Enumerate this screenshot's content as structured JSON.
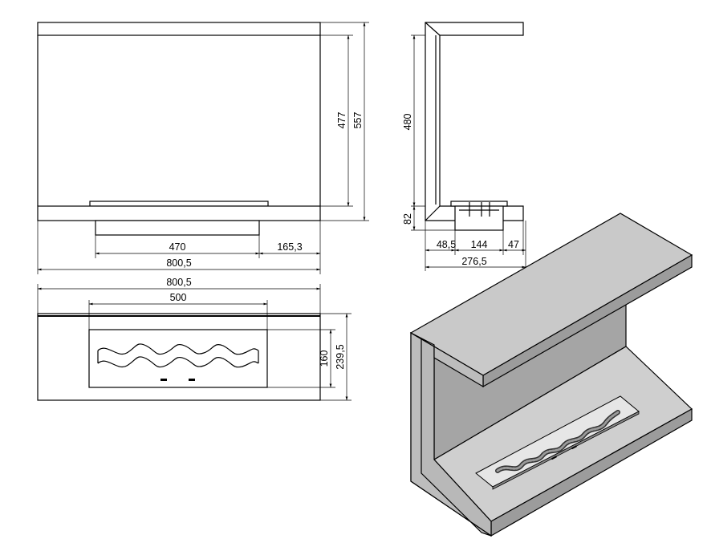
{
  "dimensions": {
    "front": {
      "height_inner": "477",
      "height_total": "557",
      "burner_width": "470",
      "right_offset": "165,3",
      "total_width": "800,5"
    },
    "side": {
      "height_inner": "480",
      "base_height": "82",
      "left_depth": "48,5",
      "burner_depth": "144",
      "right_depth": "47",
      "total_depth": "276,5"
    },
    "top": {
      "total_width": "800,5",
      "burner_width": "500",
      "burner_depth": "160",
      "total_depth": "239,5"
    }
  }
}
